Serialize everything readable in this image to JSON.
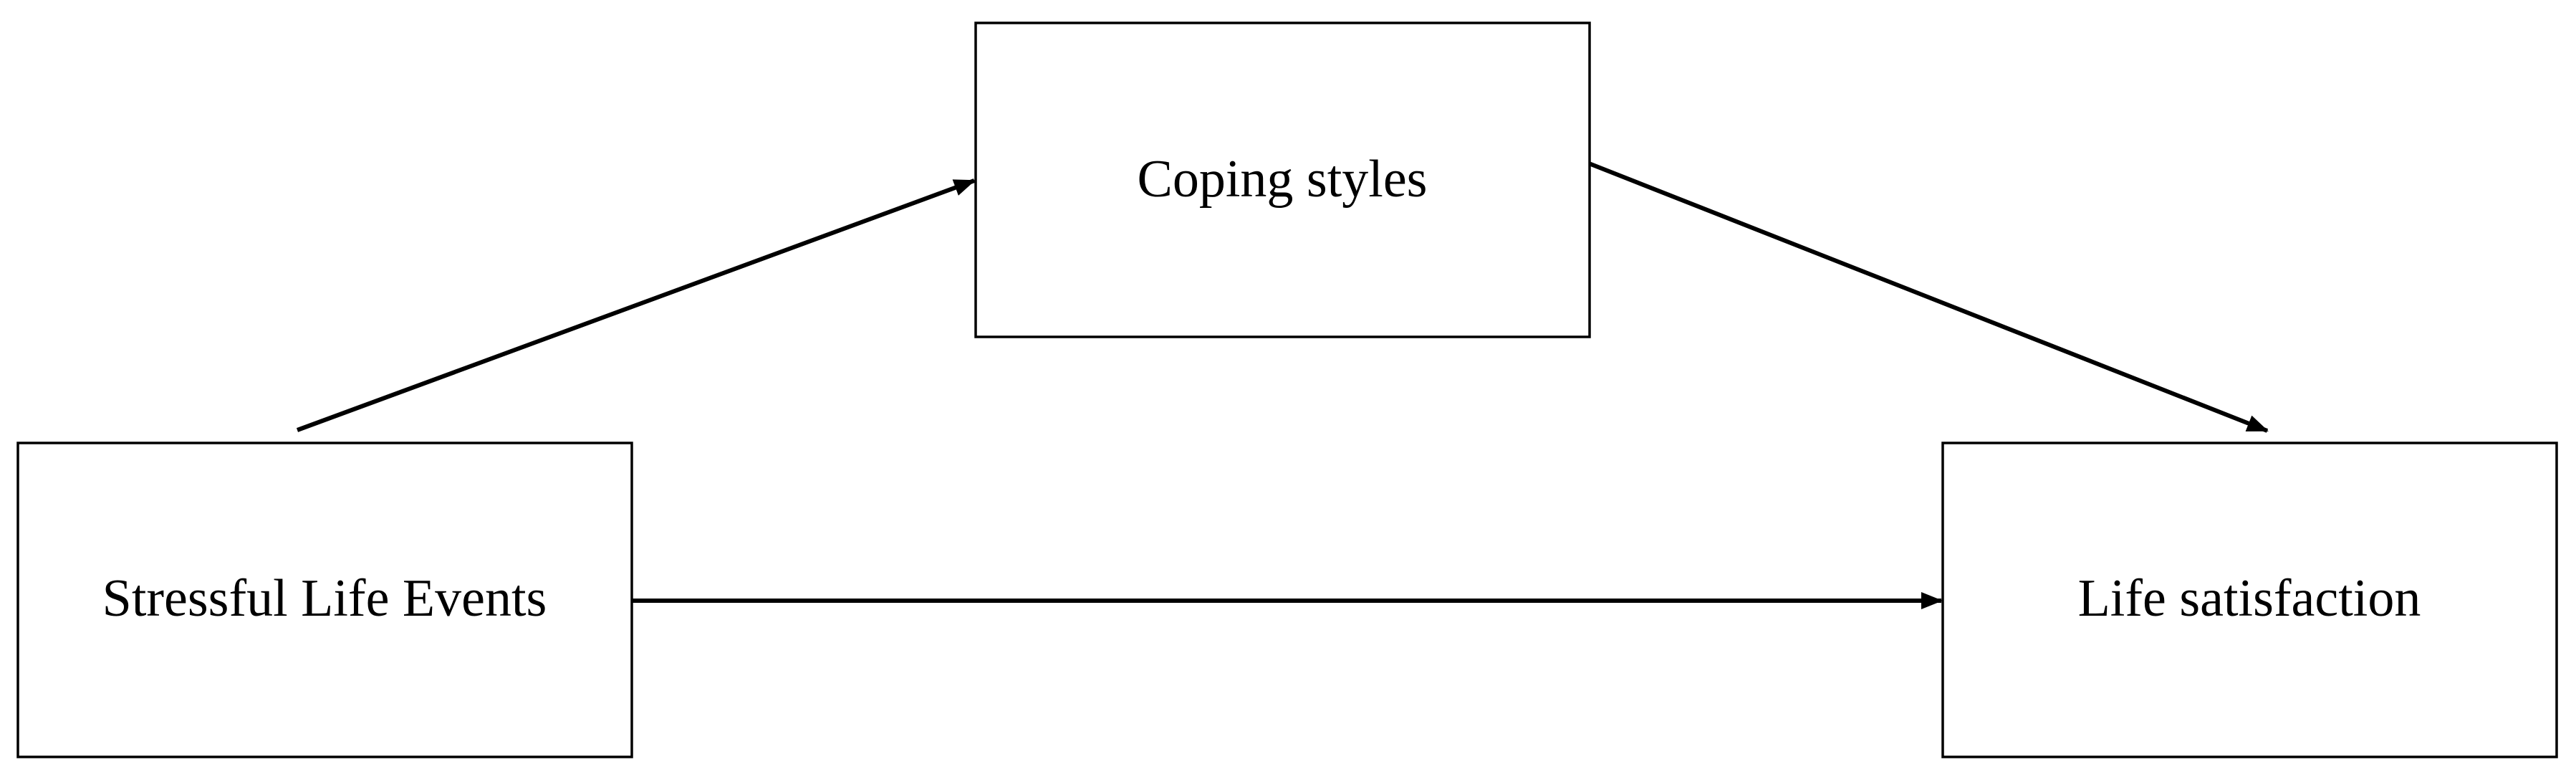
{
  "diagram": {
    "nodes": {
      "mediator": {
        "label": "Coping styles"
      },
      "predictor": {
        "label": "Stressful Life Events"
      },
      "outcome": {
        "label": "Life satisfaction"
      }
    },
    "edges": [
      {
        "from": "predictor",
        "to": "mediator"
      },
      {
        "from": "mediator",
        "to": "outcome"
      },
      {
        "from": "predictor",
        "to": "outcome"
      }
    ],
    "colors": {
      "stroke": "#000000",
      "fill": "#ffffff",
      "background": "#ffffff"
    }
  }
}
